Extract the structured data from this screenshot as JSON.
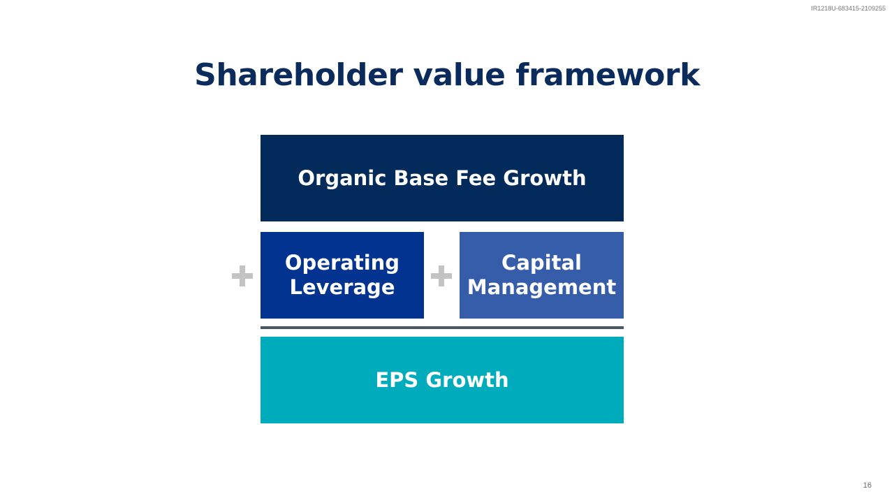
{
  "doc_id": "IR1218U-683415-2109255",
  "title": "Shareholder value framework",
  "boxes": {
    "organic": "Organic Base Fee Growth",
    "operating": [
      "Operating",
      "Leverage"
    ],
    "capital": [
      "Capital",
      "Management"
    ],
    "eps": "EPS Growth"
  },
  "page_number": "16"
}
